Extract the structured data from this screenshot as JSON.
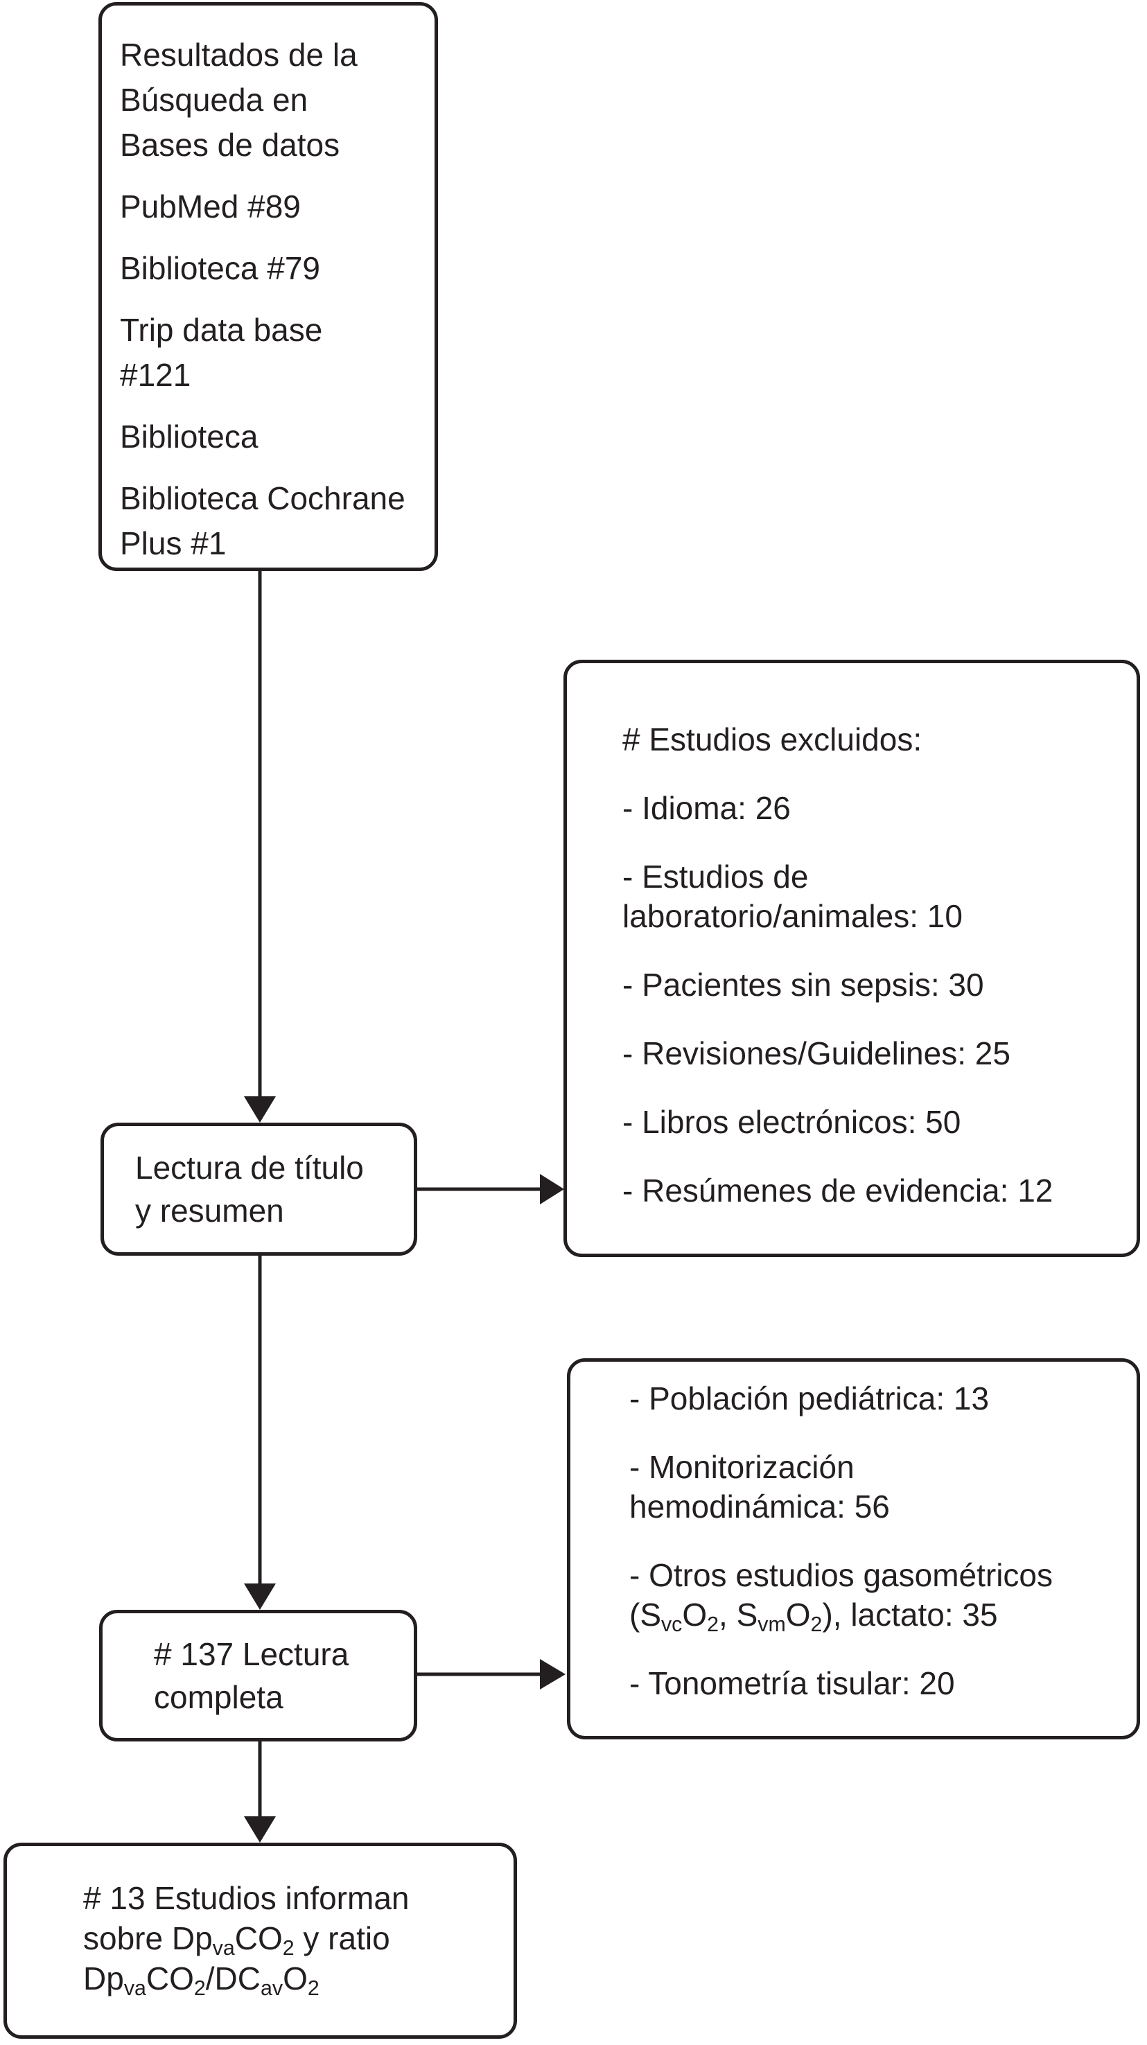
{
  "figure": {
    "type": "flowchart",
    "language": "es",
    "colors": {
      "background": "#ffffff",
      "stroke": "#231f20",
      "text": "#231f20"
    },
    "boxes": {
      "database_search_results": {
        "paragraphs": [
          [
            "Resultados de la",
            "Búsqueda en",
            "Bases de datos"
          ],
          [
            "PubMed #89"
          ],
          [
            "Biblioteca #79"
          ],
          [
            "Trip data base",
            "#121"
          ],
          [
            "Biblioteca"
          ],
          [
            "Biblioteca Cochrane",
            "Plus #1"
          ]
        ]
      },
      "title_abstract_reading": {
        "paragraphs": [
          [
            "Lectura de título",
            "y resumen"
          ]
        ]
      },
      "excluded_studies": {
        "paragraphs": [
          [
            "# Estudios excluidos:"
          ],
          [
            "- Idioma: 26"
          ],
          [
            "- Estudios de",
            "laboratorio/animales: 10"
          ],
          [
            "- Pacientes sin sepsis: 30"
          ],
          [
            "- Revisiones/Guidelines: 25"
          ],
          [
            "- Libros electrónicos: 50"
          ],
          [
            "- Resúmenes de evidencia: 12"
          ]
        ]
      },
      "full_text_reading": {
        "paragraphs": [
          [
            "# 137 Lectura",
            "completa"
          ]
        ]
      },
      "full_text_exclusions": {
        "paragraphs": [
          [
            "- Población pediátrica: 13"
          ],
          [
            "- Monitorización",
            "hemodinámica: 56"
          ],
          [
            "- Otros estudios gasométricos",
            [
              {
                "t": "(S"
              },
              {
                "t": "vc",
                "sub": true
              },
              {
                "t": "O"
              },
              {
                "t": "2",
                "sub": true
              },
              {
                "t": ", S"
              },
              {
                "t": "vm",
                "sub": true
              },
              {
                "t": "O"
              },
              {
                "t": "2",
                "sub": true
              },
              {
                "t": "), lactato: 35"
              }
            ]
          ],
          [
            "- Tonometría tisular: 20"
          ]
        ]
      },
      "included_studies": {
        "paragraphs": [
          [
            "# 13 Estudios informan",
            [
              {
                "t": "sobre Dp"
              },
              {
                "t": "va",
                "sub": true
              },
              {
                "t": "CO"
              },
              {
                "t": "2",
                "sub": true
              },
              {
                "t": " y ratio"
              }
            ],
            [
              {
                "t": "Dp"
              },
              {
                "t": "va",
                "sub": true
              },
              {
                "t": "CO"
              },
              {
                "t": "2",
                "sub": true
              },
              {
                "t": "/DC"
              },
              {
                "t": "av",
                "sub": true
              },
              {
                "t": "O"
              },
              {
                "t": "2",
                "sub": true
              }
            ]
          ]
        ]
      }
    }
  }
}
